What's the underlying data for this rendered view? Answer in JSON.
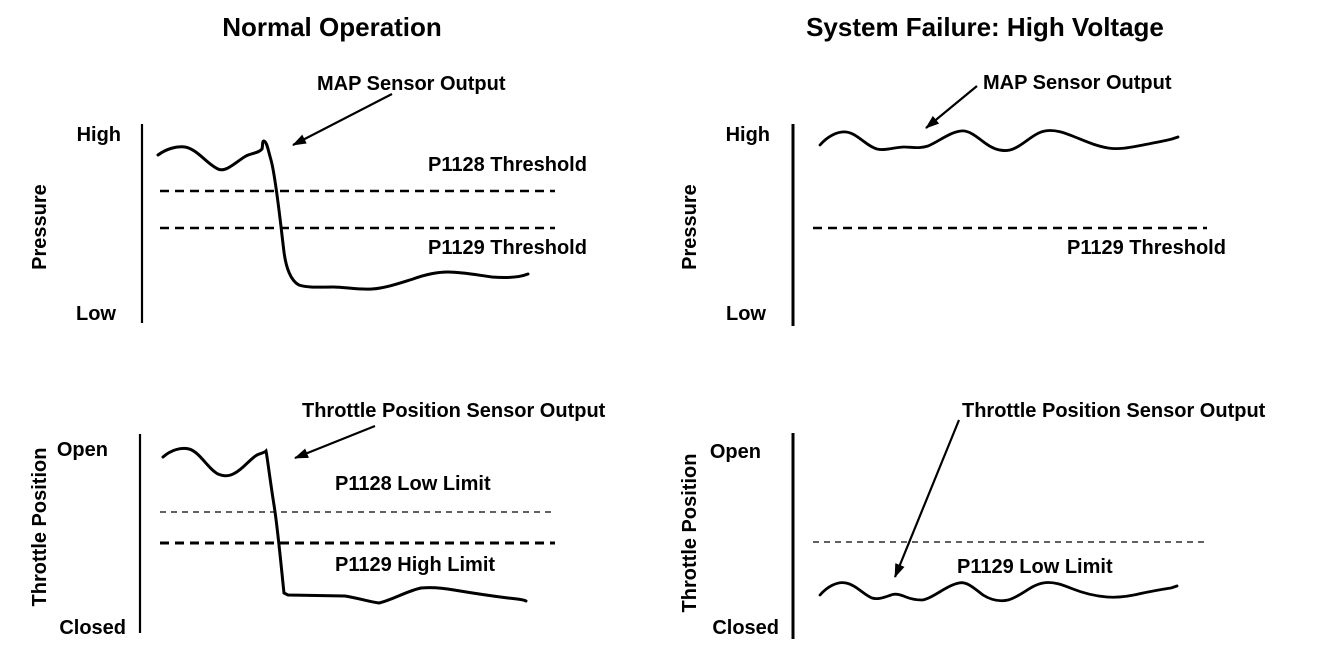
{
  "colors": {
    "ink": "#000000",
    "background": "#ffffff"
  },
  "panels": {
    "tl": {
      "title": "Normal Operation",
      "sensor_label": "MAP Sensor Output",
      "axis_label": "Pressure",
      "axis_top": "High",
      "axis_bottom": "Low",
      "threshold_upper": "P1128 Threshold",
      "threshold_lower": "P1129 Threshold"
    },
    "tr": {
      "title": "System Failure: High Voltage",
      "sensor_label": "MAP Sensor Output",
      "axis_label": "Pressure",
      "axis_top": "High",
      "axis_bottom": "Low",
      "threshold": "P1129 Threshold"
    },
    "bl": {
      "sensor_label": "Throttle Position Sensor Output",
      "axis_label": "Throttle Position",
      "axis_top": "Open",
      "axis_bottom": "Closed",
      "limit_upper": "P1128 Low Limit",
      "limit_lower": "P1129 High Limit"
    },
    "br": {
      "sensor_label": "Throttle Position Sensor Output",
      "axis_label": "Throttle Position",
      "axis_top": "Open",
      "axis_bottom": "Closed",
      "limit": "P1129 Low Limit"
    }
  },
  "chart_data": [
    {
      "type": "line",
      "title": "Normal Operation",
      "ylabel": "Pressure",
      "y_axis_range": [
        "Low",
        "High"
      ],
      "series": [
        {
          "name": "MAP Sensor Output",
          "behavior": "starts high with small dip and peak, drops sharply below both thresholds, stays low with gentle hump",
          "x_norm": [
            0.0,
            0.07,
            0.15,
            0.22,
            0.26,
            0.29,
            0.31,
            0.34,
            0.45,
            0.55,
            0.68,
            0.8,
            0.92,
            1.0
          ],
          "y_norm": [
            0.84,
            0.88,
            0.77,
            0.85,
            0.91,
            0.67,
            0.32,
            0.19,
            0.18,
            0.17,
            0.25,
            0.24,
            0.23,
            0.25
          ]
        }
      ],
      "annotations": [
        {
          "label": "P1128 Threshold",
          "y_norm": 0.66,
          "style": "dashed"
        },
        {
          "label": "P1129 Threshold",
          "y_norm": 0.48,
          "style": "dashed"
        }
      ],
      "legend_position": "none",
      "grid": false
    },
    {
      "type": "line",
      "title": "System Failure: High Voltage",
      "ylabel": "Pressure",
      "y_axis_range": [
        "Low",
        "High"
      ],
      "series": [
        {
          "name": "MAP Sensor Output",
          "behavior": "stays pinned near High, gently oscillating, never approaching threshold",
          "x_norm": [
            0.0,
            0.07,
            0.16,
            0.25,
            0.39,
            0.46,
            0.52,
            0.62,
            0.72,
            0.85,
            1.0
          ],
          "y_norm": [
            0.9,
            0.96,
            0.88,
            0.88,
            0.96,
            0.91,
            0.87,
            0.96,
            0.92,
            0.89,
            0.93
          ]
        }
      ],
      "annotations": [
        {
          "label": "P1129 Threshold",
          "y_norm": 0.48,
          "style": "dashed"
        }
      ],
      "legend_position": "none",
      "grid": false
    },
    {
      "type": "line",
      "title": "Normal Operation",
      "ylabel": "Throttle Position",
      "y_axis_range": [
        "Closed",
        "Open"
      ],
      "series": [
        {
          "name": "Throttle Position Sensor Output",
          "behavior": "starts near Open with dip and recovery, drops sharply below both limits, stays near Closed",
          "x_norm": [
            0.0,
            0.06,
            0.15,
            0.24,
            0.28,
            0.31,
            0.34,
            0.45,
            0.55,
            0.66,
            0.78,
            0.9,
            1.0
          ],
          "y_norm": [
            0.88,
            0.93,
            0.8,
            0.9,
            0.9,
            0.33,
            0.19,
            0.19,
            0.15,
            0.23,
            0.22,
            0.18,
            0.17
          ]
        }
      ],
      "annotations": [
        {
          "label": "P1128 Low Limit",
          "y_norm": 0.61,
          "style": "dashed-thin"
        },
        {
          "label": "P1129 High Limit",
          "y_norm": 0.45,
          "style": "dashed-thick"
        }
      ],
      "legend_position": "none",
      "grid": false
    },
    {
      "type": "line",
      "title": "System Failure: High Voltage",
      "ylabel": "Throttle Position",
      "y_axis_range": [
        "Closed",
        "Open"
      ],
      "series": [
        {
          "name": "Throttle Position Sensor Output",
          "behavior": "stays pinned near Closed, gently oscillating below the low limit",
          "x_norm": [
            0.0,
            0.06,
            0.15,
            0.23,
            0.28,
            0.39,
            0.46,
            0.52,
            0.62,
            0.71,
            0.83,
            0.94,
            1.0
          ],
          "y_norm": [
            0.18,
            0.26,
            0.17,
            0.18,
            0.16,
            0.26,
            0.19,
            0.15,
            0.26,
            0.2,
            0.17,
            0.21,
            0.23
          ]
        }
      ],
      "annotations": [
        {
          "label": "P1129 Low Limit",
          "y_norm": 0.46,
          "style": "dashed-thin"
        }
      ],
      "legend_position": "none",
      "grid": false
    }
  ]
}
